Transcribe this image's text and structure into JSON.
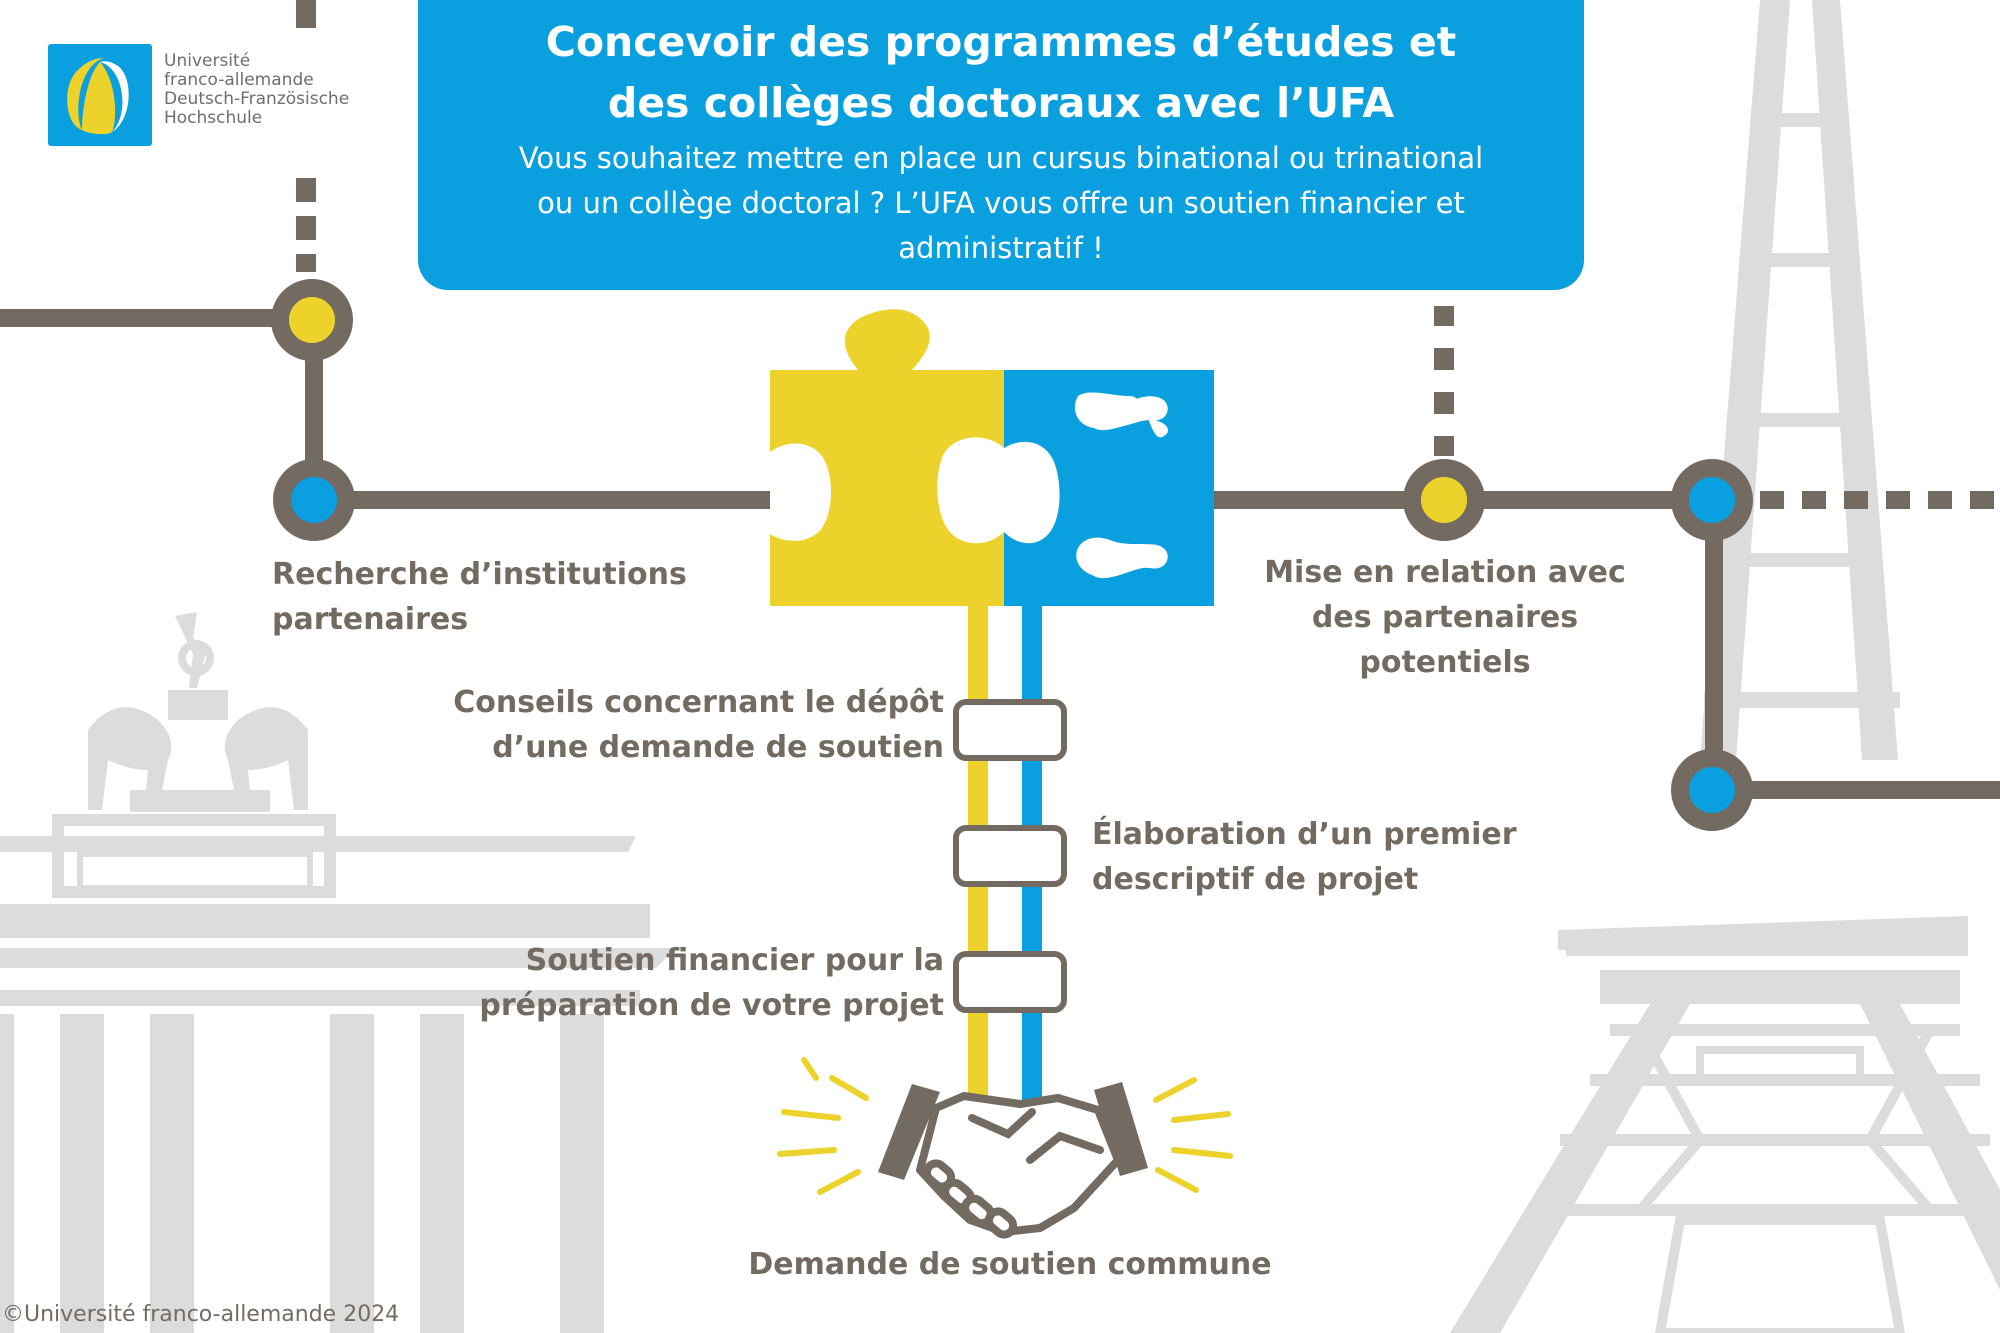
{
  "logo": {
    "lines": [
      "Université",
      "franco-allemande",
      "Deutsch-Französische",
      "Hochschule"
    ]
  },
  "banner": {
    "title_line1": "Concevoir des programmes d’études et",
    "title_line2": "des collèges doctoraux avec l’UFA",
    "subtitle_line1": "Vous souhaitez mettre en place un cursus binational ou trinational",
    "subtitle_line2": "ou un collège doctoral ? L’UFA vous offre un soutien financier et",
    "subtitle_line3": "administratif !"
  },
  "steps": {
    "search": [
      "Recherche d’institutions",
      "partenaires"
    ],
    "contact": [
      "Mise en relation avec",
      "des partenaires",
      "potentiels"
    ],
    "advice": [
      "Conseils concernant le dépôt",
      "d’une demande de soutien"
    ],
    "elaboration": [
      "Élaboration d’un premier",
      "descriptif de projet"
    ],
    "funding": [
      "Soutien financier pour la",
      "préparation de votre projet"
    ],
    "joint_application": "Demande de soutien commune"
  },
  "copyright": "©Université franco-allemande 2024",
  "icons": [
    "puzzle-yellow-icon",
    "puzzle-blue-icon",
    "handshake-icon",
    "brandenburg-gate-icon",
    "eiffel-tower-icon"
  ],
  "colors": {
    "blue": "#0aa0e0",
    "yellow": "#ecd22a",
    "line": "#736b62",
    "landmark": "#dcdcdc"
  }
}
